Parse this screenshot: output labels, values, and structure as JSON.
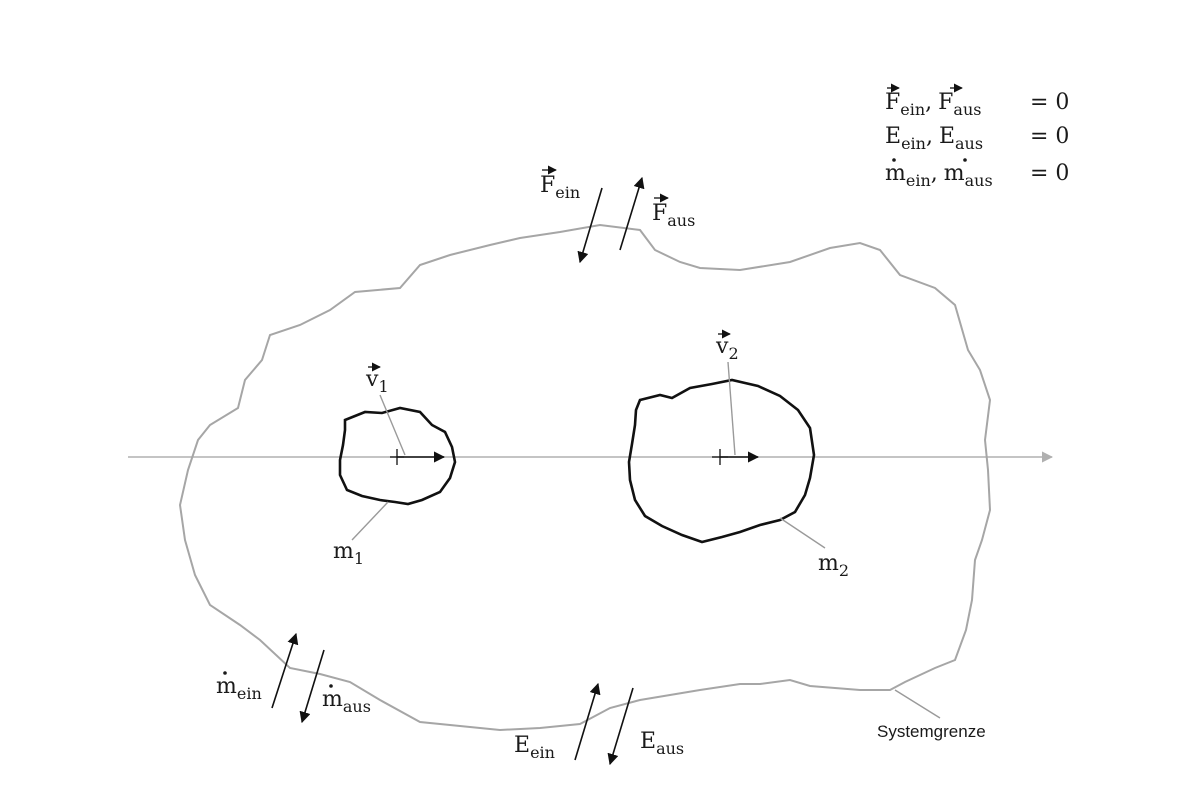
{
  "conditions": {
    "row1": {
      "lhs_a": "F",
      "lhs_a_sub": "ein",
      "lhs_b": "F",
      "lhs_b_sub": "aus",
      "rhs": "= 0"
    },
    "row2": {
      "lhs_a": "E",
      "lhs_a_sub": "ein",
      "lhs_b": "E",
      "lhs_b_sub": "aus",
      "rhs": "= 0"
    },
    "row3": {
      "lhs_a": "m",
      "lhs_a_sub": "ein",
      "lhs_b": "m",
      "lhs_b_sub": "aus",
      "rhs": "= 0"
    },
    "separator": ","
  },
  "labels": {
    "f_ein": {
      "main": "F",
      "sub": "ein"
    },
    "f_aus": {
      "main": "F",
      "sub": "aus"
    },
    "v1": {
      "main": "v",
      "sub": "1"
    },
    "v2": {
      "main": "v",
      "sub": "2"
    },
    "m1": {
      "main": "m",
      "sub": "1"
    },
    "m2": {
      "main": "m",
      "sub": "2"
    },
    "mdot_ein": {
      "main": "m",
      "sub": "ein"
    },
    "mdot_aus": {
      "main": "m",
      "sub": "aus"
    },
    "e_ein": {
      "main": "E",
      "sub": "ein"
    },
    "e_aus": {
      "main": "E",
      "sub": "aus"
    },
    "system_boundary": "Systemgrenze"
  }
}
